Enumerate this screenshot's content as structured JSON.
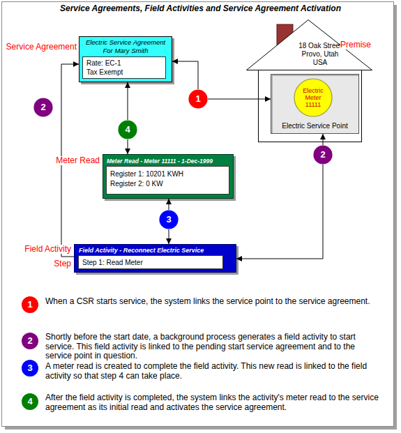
{
  "diagram": {
    "title": "Service Agreements, Field Activities and Service Agreement Activation",
    "nodes": [
      {
        "text": [
          "Electric Service Agreement For Mary Smith"
        ]
      },
      {
        "text": [
          "Rate: EC-1",
          "Tax Exempt"
        ],
        "in": 0
      },
      {
        "text": [
          "18 Oak Street Provo, Utah USA"
        ]
      },
      {
        "text": [
          "Electric Service Point"
        ],
        "in": 2
      },
      {
        "text": [
          "Electric Meter 11111"
        ],
        "in": 3
      },
      {
        "text": [
          "1"
        ]
      },
      {
        "text": [
          "2"
        ]
      },
      {
        "text": [
          "4"
        ]
      },
      {
        "text": [
          "Meter Read - Meter 11111 - 1-Dec-1999"
        ]
      },
      {
        "text": [
          "Register 1: 10201 KWH",
          "Register 2: 0 KW"
        ],
        "in": 8
      },
      {
        "text": [
          "2"
        ]
      },
      {
        "text": [
          "3"
        ]
      },
      {
        "text": [
          "Field Activity - Reconnect Electric Service"
        ]
      },
      {
        "text": [
          "Step 1: Read Meter"
        ],
        "in": 12
      }
    ],
    "edges": [
      {
        "from": 5,
        "to": 0,
        "arrow": "to"
      },
      {
        "from": 5,
        "to": 3,
        "arrow": "to"
      },
      {
        "from": 12,
        "to": 0,
        "arrow": "to"
      },
      {
        "from": 10,
        "to": 12,
        "arrow": "to"
      },
      {
        "from": 10,
        "to": 3,
        "arrow": "to"
      },
      {
        "from": 11,
        "to": 8,
        "arrow": "to"
      },
      {
        "from": 11,
        "to": 12,
        "arrow": "to"
      },
      {
        "from": 7,
        "to": 0,
        "arrow": "to"
      },
      {
        "from": 7,
        "to": 8,
        "arrow": "to"
      }
    ],
    "labels": [
      "Service Agreement",
      "Premise",
      "Meter Read",
      "Field Activity",
      "Step",
      "1",
      "2",
      "3",
      "4"
    ],
    "legend": [
      {
        "text": "When a CSR starts service, the system links the service point to the service agreement.",
        "color": "#ff0000"
      },
      {
        "text": "Shortly before the start date, a background process generates a field activity to start service. This field activity is linked to the pending start service agreement and to the service point in question.",
        "color": "#800080"
      },
      {
        "text": "A meter read is created to complete the field activity. This new read is linked to the field activity so that step 4 can take place.",
        "color": "#0000ff"
      },
      {
        "text": "After the field activity is completed, the system links the activity's meter read to the service agreement as its initial read and activates the service agreement.",
        "color": "#008000"
      }
    ]
  }
}
